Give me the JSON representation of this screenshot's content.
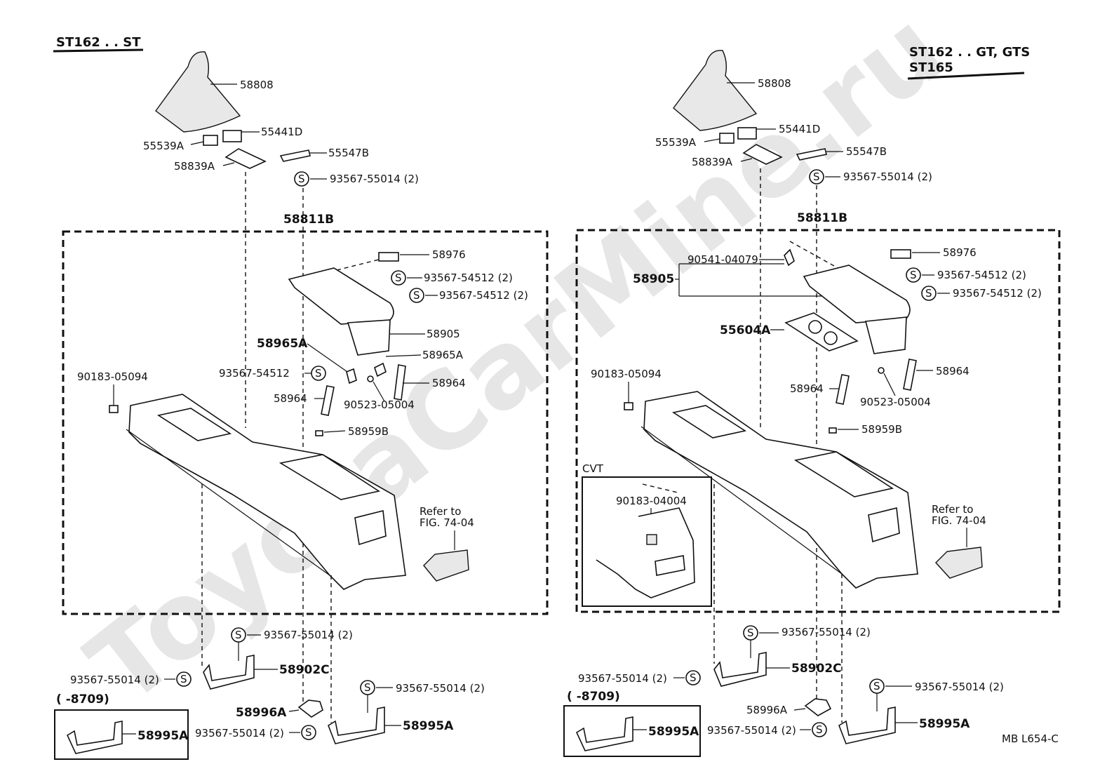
{
  "watermark": "ToyotaCarMine.ru",
  "footer_code": "MB  L654-C",
  "left_diagram": {
    "header": "ST162 . . ST",
    "labels": {
      "shift_boot": "58808",
      "hole_cover": "55539A",
      "plate_d": "55441D",
      "bracket_b": "55547B",
      "cover_a": "58839A",
      "screw_top": "93567-55014 (2)",
      "console_assy": "58811B",
      "hinge": "58976",
      "screw_1": "93567-54512 (2)",
      "screw_2": "93567-54512 (2)",
      "armrest": "58905",
      "latch_a1": "58965A",
      "latch_a2": "58965A",
      "screw_3": "93567-54512",
      "rod_1": "58964",
      "rod_2": "58964",
      "clip_0": "90183-05094",
      "clip_1": "90523-05004",
      "cushion": "58959B",
      "refer_1": "Refer to",
      "refer_2": "FIG. 74-04",
      "screw_4": "93567-55014 (2)",
      "bracket_c": "58902C",
      "screw_5": "93567-55014 (2)",
      "screw_6": "93567-55014 (2)",
      "bracket_d": "58996A",
      "screw_7": "93567-55014 (2)",
      "bracket_a": "58995A",
      "date_range": "(        -8709)",
      "inset_part": "58995A"
    }
  },
  "right_diagram": {
    "header_1": "ST162 . . GT, GTS",
    "header_2": "ST165",
    "labels": {
      "shift_boot": "58808",
      "hole_cover": "55539A",
      "plate_d": "55441D",
      "bracket_b": "55547B",
      "cover_a": "58839A",
      "screw_top": "93567-55014 (2)",
      "console_assy": "58811B",
      "clip_a": "90541-04079",
      "hinge": "58976",
      "armrest": "58905",
      "screw_1": "93567-54512 (2)",
      "screw_2": "93567-54512 (2)",
      "cup_holder": "55604A",
      "clip_0": "90183-05094",
      "rod_1": "58964",
      "rod_2": "58964",
      "clip_1": "90523-05004",
      "cushion": "58959B",
      "cvt_title": "CVT",
      "cvt_clip": "90183-04004",
      "refer_1": "Refer to",
      "refer_2": "FIG. 74-04",
      "screw_4": "93567-55014 (2)",
      "bracket_c": "58902C",
      "screw_5": "93567-55014 (2)",
      "screw_6": "93567-55014 (2)",
      "bracket_d": "58996A",
      "screw_7": "93567-55014 (2)",
      "bracket_a": "58995A",
      "date_range": "(        -8709)",
      "inset_part": "58995A"
    }
  }
}
